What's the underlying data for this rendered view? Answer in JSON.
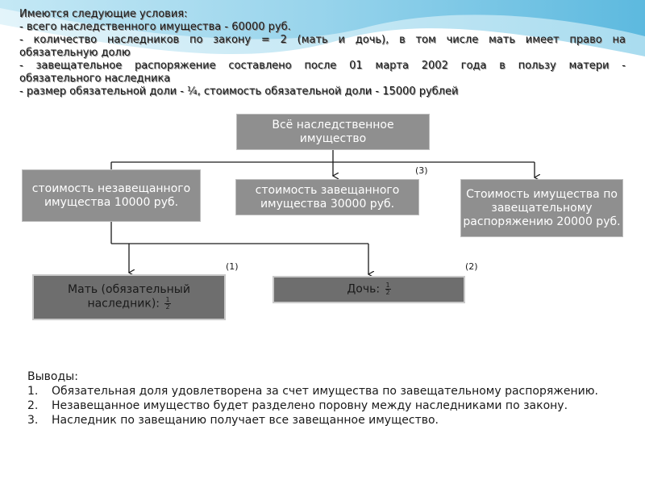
{
  "conditions": {
    "heading": "Имеются следующие условия:",
    "items": [
      "- всего наследственного имущества - 60000 руб.",
      "- количество наследников по закону = 2 (мать и дочь), в том числе мать имеет право на",
      "обязательную долю",
      "- завещательное распоряжение составлено после 01 марта 2002 года в пользу матери -",
      "обязательного наследника",
      "- размер обязательной доли - ¼,   стоимость обязательной доли - 15000 рублей"
    ]
  },
  "diagram": {
    "root": "Всё наследственное имущество",
    "left": "стоимость незавещанного имущества 10000 руб.",
    "middle": "стоимость завещанного имущества 30000 руб.",
    "right": "Стоимость имущества по завещательному распоряжению 20000 руб.",
    "mother": "Мать (обязательный наследник):",
    "daughter": "Дочь:",
    "fraction_num": "1",
    "fraction_den": "2",
    "label_1": "(1)",
    "label_2": "(2)",
    "label_3": "(3)"
  },
  "conclusions": {
    "heading": "Выводы:",
    "items": [
      {
        "n": "1.",
        "text": "Обязательная доля удовлетворена за счет имущества по завещательному распоряжению."
      },
      {
        "n": "2.",
        "text": "Незавещанное имущество будет разделено поровну между наследниками по закону."
      },
      {
        "n": "3.",
        "text": "Наследник по завещанию получает все завещанное имущество."
      }
    ]
  }
}
